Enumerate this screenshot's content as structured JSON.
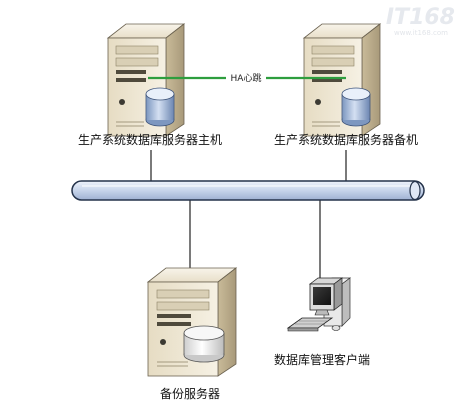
{
  "watermark": {
    "brand": "IT168",
    "url": "www.it168.com"
  },
  "heartbeat": {
    "label": "HA心跳",
    "color": "#2e9e3e"
  },
  "nodes": {
    "primary": {
      "label": "生产系统数据库服务器主机",
      "icon": "server-icon"
    },
    "standby": {
      "label": "生产系统数据库服务器备机",
      "icon": "server-icon"
    },
    "backup": {
      "label": "备份服务器",
      "icon": "server-icon"
    },
    "client": {
      "label": "数据库管理客户端",
      "icon": "computer-icon"
    }
  },
  "network": {
    "bus_color": "#c7d4ea",
    "bus_outline": "#24324a"
  }
}
